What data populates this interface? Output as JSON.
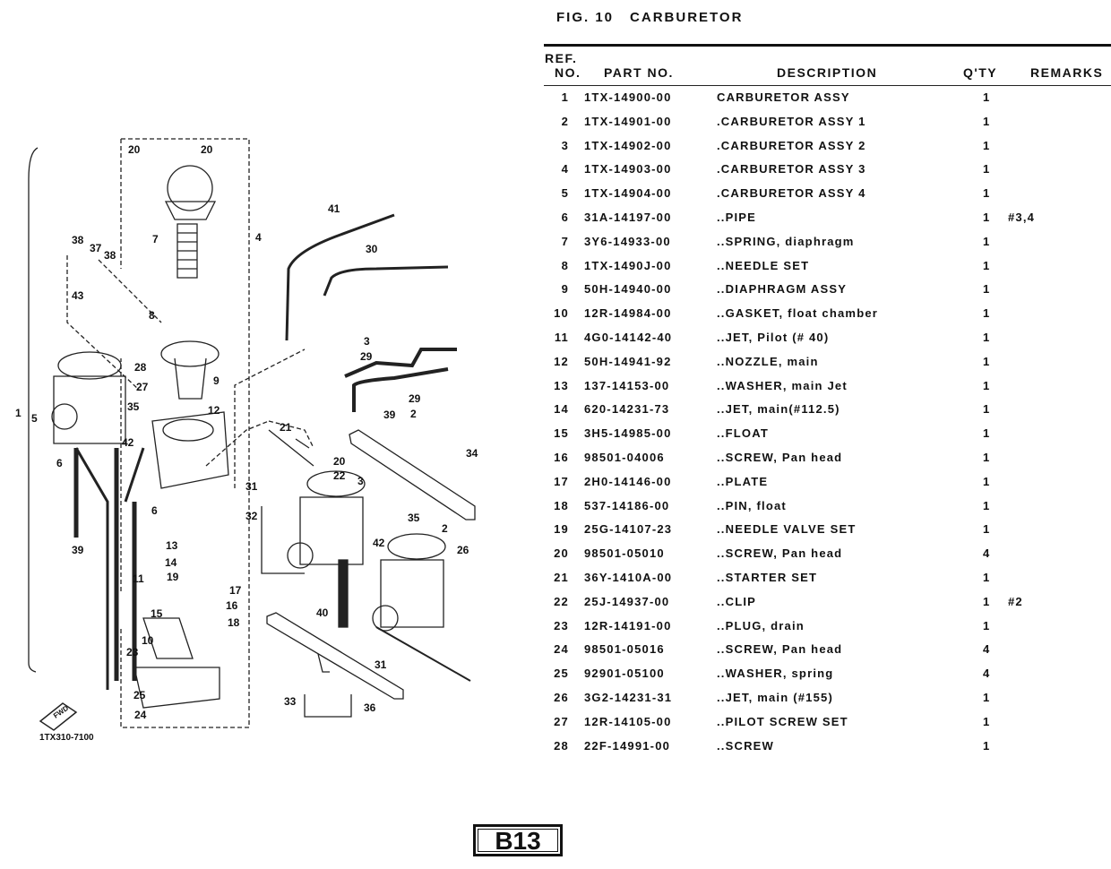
{
  "figure": {
    "label": "FIG. 10",
    "title": "CARBURETOR"
  },
  "table": {
    "headers": {
      "ref_top": "REF.",
      "ref": "NO.",
      "part_no": "PART NO.",
      "description": "DESCRIPTION",
      "qty": "Q'TY",
      "remarks": "REMARKS"
    },
    "rows": [
      {
        "ref": "1",
        "part": "1TX-14900-00",
        "desc": "CARBURETOR ASSY",
        "qty": "1",
        "rem": ""
      },
      {
        "ref": "2",
        "part": "1TX-14901-00",
        "desc": ".CARBURETOR ASSY 1",
        "qty": "1",
        "rem": ""
      },
      {
        "ref": "3",
        "part": "1TX-14902-00",
        "desc": ".CARBURETOR ASSY 2",
        "qty": "1",
        "rem": ""
      },
      {
        "ref": "4",
        "part": "1TX-14903-00",
        "desc": ".CARBURETOR ASSY 3",
        "qty": "1",
        "rem": ""
      },
      {
        "ref": "5",
        "part": "1TX-14904-00",
        "desc": ".CARBURETOR ASSY 4",
        "qty": "1",
        "rem": ""
      },
      {
        "ref": "6",
        "part": "31A-14197-00",
        "desc": "..PIPE",
        "qty": "1",
        "rem": "#3,4"
      },
      {
        "ref": "7",
        "part": "3Y6-14933-00",
        "desc": "..SPRING, diaphragm",
        "qty": "1",
        "rem": ""
      },
      {
        "ref": "8",
        "part": "1TX-1490J-00",
        "desc": "..NEEDLE SET",
        "qty": "1",
        "rem": ""
      },
      {
        "ref": "9",
        "part": "50H-14940-00",
        "desc": "..DIAPHRAGM ASSY",
        "qty": "1",
        "rem": ""
      },
      {
        "ref": "10",
        "part": "12R-14984-00",
        "desc": "..GASKET, float chamber",
        "qty": "1",
        "rem": ""
      },
      {
        "ref": "11",
        "part": "4G0-14142-40",
        "desc": "..JET, Pilot (# 40)",
        "qty": "1",
        "rem": ""
      },
      {
        "ref": "12",
        "part": "50H-14941-92",
        "desc": "..NOZZLE, main",
        "qty": "1",
        "rem": ""
      },
      {
        "ref": "13",
        "part": "137-14153-00",
        "desc": "..WASHER, main Jet",
        "qty": "1",
        "rem": ""
      },
      {
        "ref": "14",
        "part": "620-14231-73",
        "desc": "..JET, main(#112.5)",
        "qty": "1",
        "rem": ""
      },
      {
        "ref": "15",
        "part": "3H5-14985-00",
        "desc": "..FLOAT",
        "qty": "1",
        "rem": ""
      },
      {
        "ref": "16",
        "part": "98501-04006",
        "desc": "..SCREW, Pan head",
        "qty": "1",
        "rem": ""
      },
      {
        "ref": "17",
        "part": "2H0-14146-00",
        "desc": "..PLATE",
        "qty": "1",
        "rem": ""
      },
      {
        "ref": "18",
        "part": "537-14186-00",
        "desc": "..PIN, float",
        "qty": "1",
        "rem": ""
      },
      {
        "ref": "19",
        "part": "25G-14107-23",
        "desc": "..NEEDLE VALVE SET",
        "qty": "1",
        "rem": ""
      },
      {
        "ref": "20",
        "part": "98501-05010",
        "desc": "..SCREW, Pan head",
        "qty": "4",
        "rem": ""
      },
      {
        "ref": "21",
        "part": "36Y-1410A-00",
        "desc": "..STARTER SET",
        "qty": "1",
        "rem": ""
      },
      {
        "ref": "22",
        "part": "25J-14937-00",
        "desc": "..CLIP",
        "qty": "1",
        "rem": "#2"
      },
      {
        "ref": "23",
        "part": "12R-14191-00",
        "desc": "..PLUG, drain",
        "qty": "1",
        "rem": ""
      },
      {
        "ref": "24",
        "part": "98501-05016",
        "desc": "..SCREW, Pan head",
        "qty": "4",
        "rem": ""
      },
      {
        "ref": "25",
        "part": "92901-05100",
        "desc": "..WASHER, spring",
        "qty": "4",
        "rem": ""
      },
      {
        "ref": "26",
        "part": "3G2-14231-31",
        "desc": "..JET, main (#155)",
        "qty": "1",
        "rem": ""
      },
      {
        "ref": "27",
        "part": "12R-14105-00",
        "desc": "..PILOT SCREW SET",
        "qty": "1",
        "rem": ""
      },
      {
        "ref": "28",
        "part": "22F-14991-00",
        "desc": "..SCREW",
        "qty": "1",
        "rem": ""
      }
    ]
  },
  "diagram": {
    "callouts": [
      "20",
      "20",
      "4",
      "7",
      "38",
      "37",
      "38",
      "43",
      "8",
      "28",
      "9",
      "27",
      "35",
      "12",
      "1",
      "5",
      "42",
      "41",
      "30",
      "3",
      "29",
      "29",
      "2",
      "39",
      "21",
      "34",
      "20",
      "22",
      "3",
      "31",
      "6",
      "6",
      "32",
      "35",
      "2",
      "26",
      "42",
      "39",
      "13",
      "14",
      "19",
      "11",
      "17",
      "16",
      "40",
      "15",
      "18",
      "10",
      "23",
      "31",
      "25",
      "24",
      "33",
      "36"
    ],
    "front_arrow": "FWD",
    "drawing_number": "1TX310-7100"
  },
  "page": {
    "label": "B13"
  }
}
